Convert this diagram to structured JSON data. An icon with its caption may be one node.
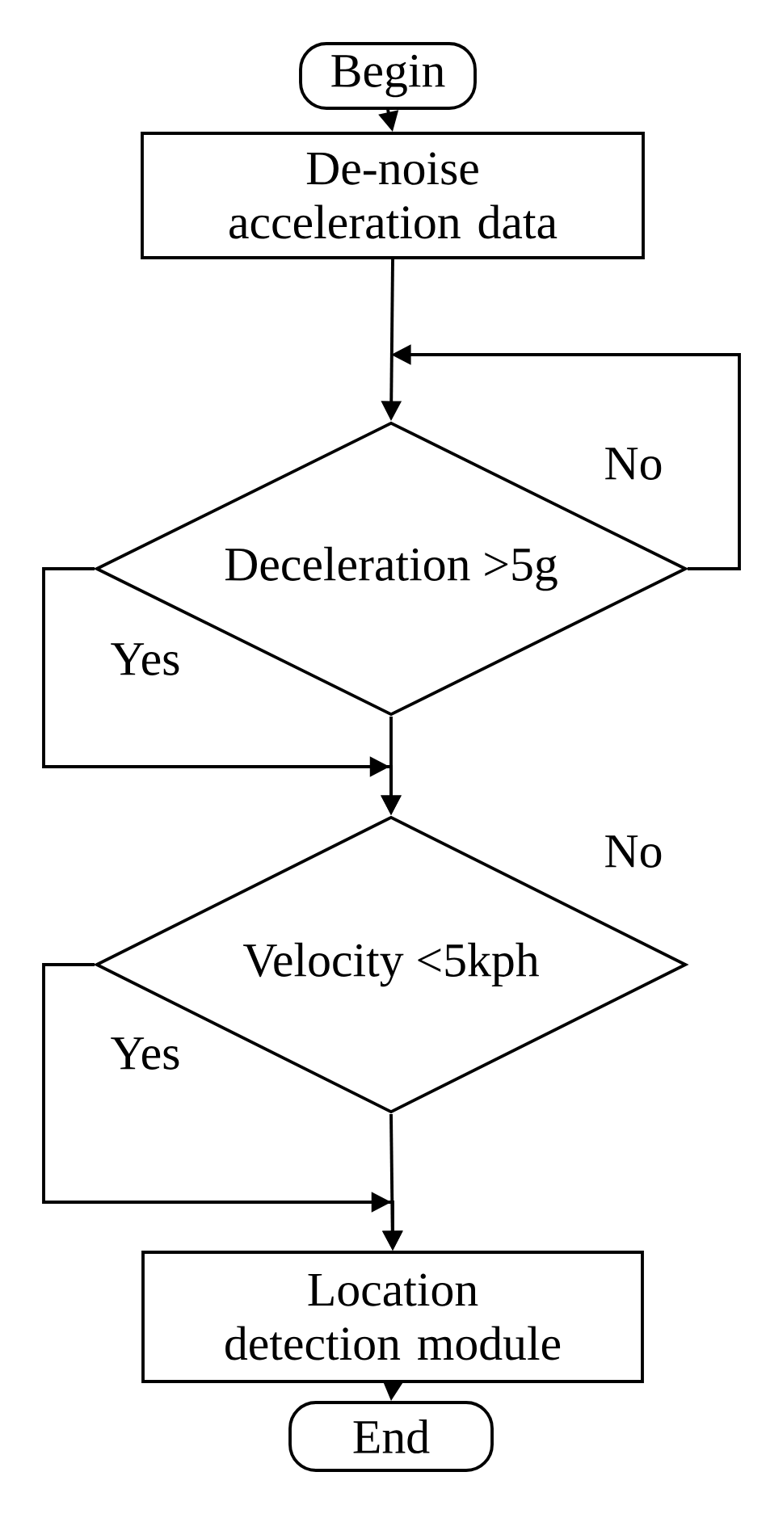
{
  "diagram": {
    "nodes": [
      {
        "text": [
          "Begin"
        ]
      },
      {
        "text": [
          "De-noise acceleration data"
        ]
      },
      {
        "text": [
          "Deceleration >5g"
        ]
      },
      {
        "text": [
          "Velocity <5kph"
        ]
      },
      {
        "text": [
          "Location detection module"
        ]
      },
      {
        "text": [
          "End"
        ]
      }
    ],
    "edges": [
      {
        "from": 0,
        "to": 1,
        "arrow": "to"
      },
      {
        "from": 1,
        "to": 2,
        "arrow": "to"
      },
      {
        "from": 2,
        "to": 2,
        "arrow": "to",
        "label": "No"
      },
      {
        "from": 2,
        "to": 3,
        "arrow": "to",
        "label": "Yes"
      },
      {
        "from": 2,
        "to": 3,
        "arrow": "to"
      },
      {
        "from": 3,
        "to": 4,
        "arrow": "to",
        "label": "Yes"
      },
      {
        "from": 3,
        "to": 4,
        "arrow": "to"
      },
      {
        "from": 4,
        "to": 5,
        "arrow": "to"
      }
    ],
    "labels": [
      "No"
    ]
  }
}
